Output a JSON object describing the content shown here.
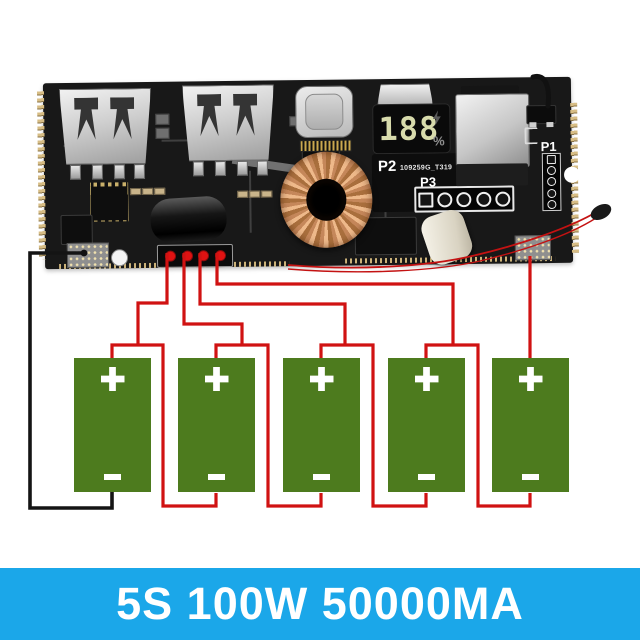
{
  "banner": {
    "text": "5S 100W 50000MA",
    "bg_color": "#1ba7e9",
    "text_color": "#ffffff"
  },
  "board": {
    "display": {
      "value": "188",
      "percent": "%",
      "bolt_icon": "charge-bolt"
    },
    "labels": {
      "p1": "P1",
      "p2": "P2",
      "p2_code": "109259G_T319",
      "p3": "P3"
    }
  },
  "batteries": {
    "plus": "+",
    "minus": "-",
    "cell_color": "#4d7b1e",
    "cells": 5
  },
  "colors": {
    "wire_red": "#d01212",
    "wire_black": "#141414",
    "copper": "#d89a62",
    "pcb": "#181818"
  }
}
